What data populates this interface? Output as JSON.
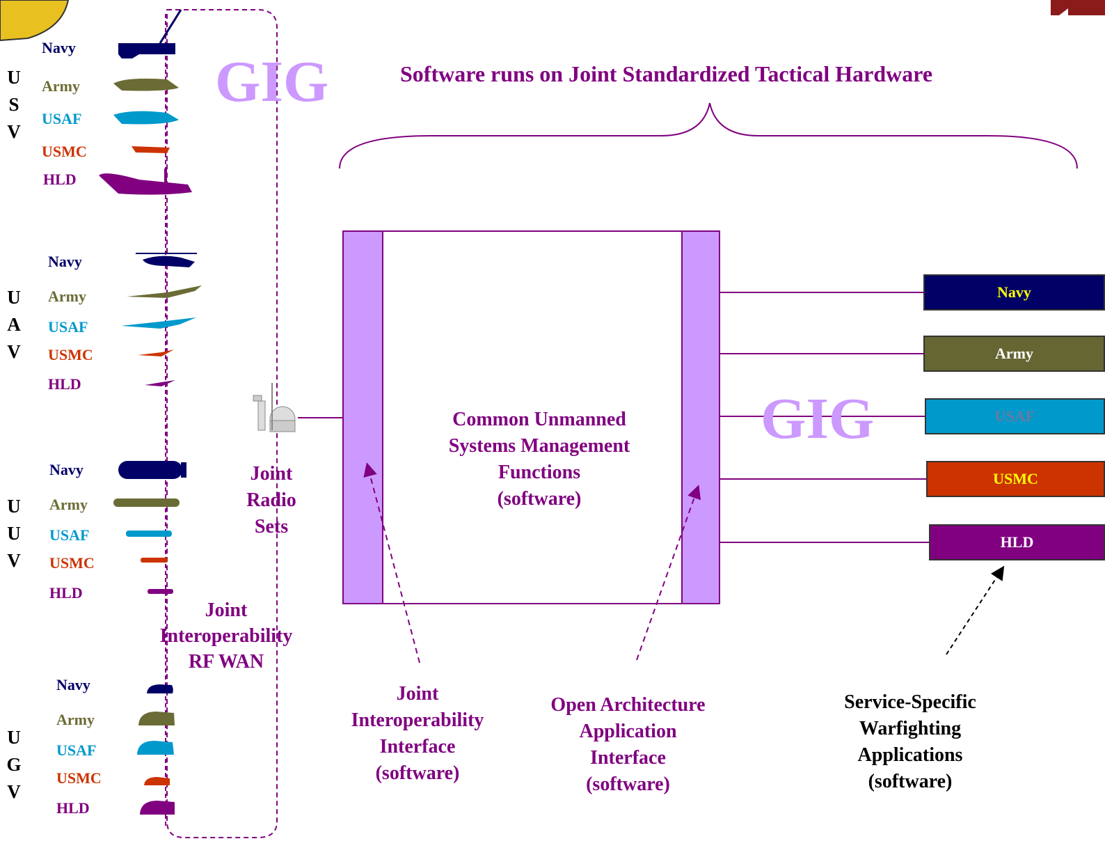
{
  "gig_label": "GIG",
  "header": "Software runs on Joint Standardized Tactical Hardware",
  "groups": [
    {
      "letters": [
        "U",
        "S",
        "V"
      ],
      "items": [
        "Navy",
        "Army",
        "USAF",
        "USMC",
        "HLD"
      ]
    },
    {
      "letters": [
        "U",
        "A",
        "V"
      ],
      "items": [
        "Navy",
        "Army",
        "USAF",
        "USMC",
        "HLD"
      ]
    },
    {
      "letters": [
        "U",
        "U",
        "V"
      ],
      "items": [
        "Navy",
        "Army",
        "USAF",
        "USMC",
        "HLD"
      ]
    },
    {
      "letters": [
        "U",
        "G",
        "V"
      ],
      "items": [
        "Navy",
        "Army",
        "USAF",
        "USMC",
        "HLD"
      ]
    }
  ],
  "service_colors": {
    "Navy": "#000066",
    "Army": "#6b6b35",
    "USAF": "#0099cc",
    "USMC": "#cc3300",
    "HLD": "#800080"
  },
  "joint_radio_sets": [
    "Joint",
    "Radio",
    "Sets"
  ],
  "joint_rf_wan": [
    "Joint",
    "Interoperability",
    "RF WAN"
  ],
  "core_label": [
    "Common Unmanned",
    "Systems Management",
    "Functions",
    "(software)"
  ],
  "right_boxes": [
    {
      "label": "Navy",
      "bg": "#000066",
      "fg": "#ffff00"
    },
    {
      "label": "Army",
      "bg": "#666633",
      "fg": "#ffffff"
    },
    {
      "label": "USAF",
      "bg": "#0099cc",
      "fg": "#6b7a9e"
    },
    {
      "label": "USMC",
      "bg": "#cc3300",
      "fg": "#ffff00"
    },
    {
      "label": "HLD",
      "bg": "#800080",
      "fg": "#ffffff"
    }
  ],
  "jii_label": [
    "Joint",
    "Interoperability",
    "Interface",
    "(software)"
  ],
  "oaai_label": [
    "Open Architecture",
    "Application",
    "Interface",
    "(software)"
  ],
  "ssw_label": [
    "Service-Specific",
    "Warfighting",
    "Applications",
    "(software)"
  ]
}
